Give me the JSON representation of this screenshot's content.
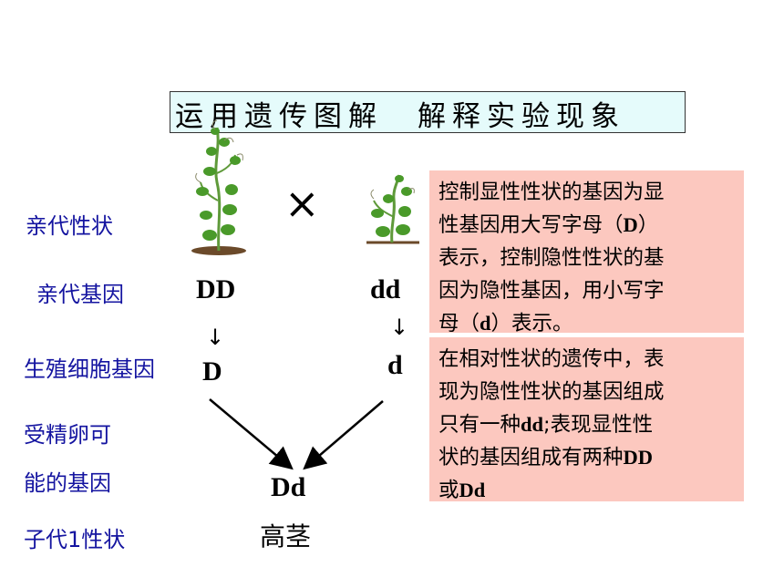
{
  "title": "运用遗传图解　解释实验现象",
  "labels": {
    "parent_trait": "亲代性状",
    "parent_gene": "亲代基因",
    "gamete_gene": "生殖细胞基因",
    "fertilized_1": "受精卵可",
    "fertilized_2": "能的基因",
    "offspring_trait": "子代1性状"
  },
  "cross_symbol": "×",
  "genes": {
    "parent_left": "DD",
    "parent_right": "dd",
    "gamete_left": "D",
    "gamete_right": "d",
    "offspring": "Dd",
    "offspring_trait": "高茎"
  },
  "arrows": {
    "down": "↓"
  },
  "boxes": {
    "top": {
      "l1": "控制显性性状的基因为显",
      "l2a": "性基因用大写字母（",
      "l2b": "D",
      "l2c": "）",
      "l3": "表示，控制隐性性状的基",
      "l4": "因为隐性基因，用小写字",
      "l5a": "母（",
      "l5b": "d",
      "l5c": "）表示。"
    },
    "bottom": {
      "l1": "在相对性状的遗传中，表",
      "l2": "现为隐性性状的基因组成",
      "l3a": "只有一种",
      "l3b": "dd",
      "l3c": ";表现显性性",
      "l4a": "状的基因组成有两种",
      "l4b": "DD",
      "l5a": "或",
      "l5b": "Dd"
    }
  },
  "colors": {
    "label": "#1414a0",
    "box_bg": "#fcc8bf",
    "title_bg": "#e5fbfb",
    "plant": "#4a9a2a"
  }
}
